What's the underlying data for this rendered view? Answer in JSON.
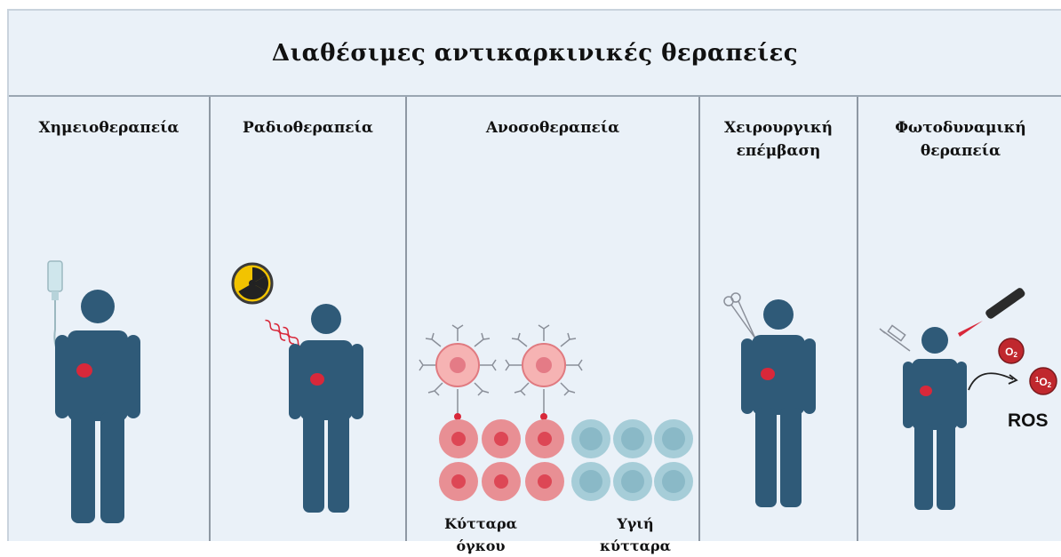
{
  "title": "Διαθέσιμες αντικαρκινικές θεραπείες",
  "columns": [
    {
      "id": "chemo",
      "label": "Χημειοθεραπεία"
    },
    {
      "id": "radio",
      "label": "Ραδιοθεραπεία"
    },
    {
      "id": "immuno",
      "label": "Ανοσοθεραπεία"
    },
    {
      "id": "surgery",
      "label": "Χειρουργική επέμβαση"
    },
    {
      "id": "pdt",
      "label": "Φωτοδυναμική θεραπεία"
    }
  ],
  "immuno_labels": {
    "tumor_cells": "Κύτταρα όγκου",
    "healthy_cells": "Υγιή κύτταρα"
  },
  "pdt_labels": {
    "oxygen": "O2",
    "singlet_oxygen": "1O2",
    "ros": "ROS"
  },
  "colors": {
    "figure": "#2f5a78",
    "tumor": "#d8283a",
    "tumor_cell": "#e88f94",
    "healthy_cell": "#a6cdd8",
    "background": "#eaf1f8"
  }
}
